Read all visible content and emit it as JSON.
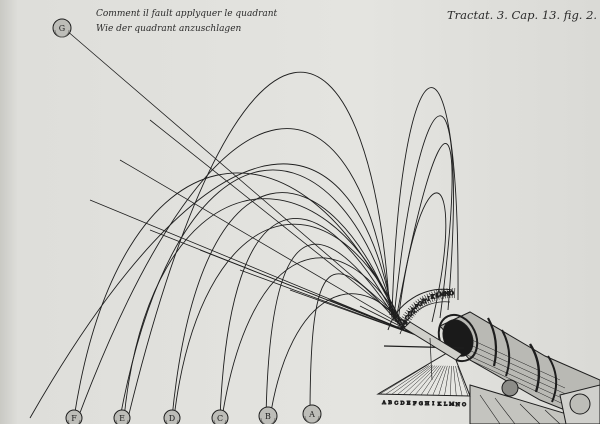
{
  "caption": {
    "french": "Comment il fault applyquer le quadrant",
    "german": "Wie der quadrant anzuschlagen",
    "reference": "Tractat. 3. Cap. 13. fig. 2."
  },
  "point_labels": [
    "G",
    "F",
    "E",
    "D",
    "C",
    "B",
    "A"
  ],
  "quadrant_scale_letters": "ABCDEFGHIKLMNO",
  "quadrant_lower_letters": "ABCDEFGHIKLMNO",
  "colors": {
    "ink": "#1e1e1e",
    "paper": "#e2e2de",
    "shade": "#6a6a66"
  }
}
